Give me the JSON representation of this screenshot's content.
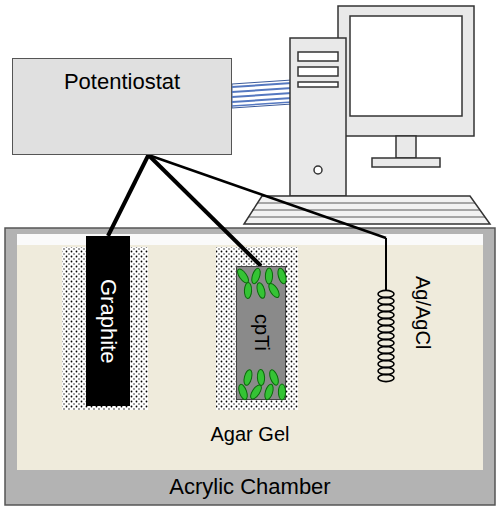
{
  "diagram": {
    "nodes": [
      {
        "text": [
          "Potentiostat"
        ]
      },
      {
        "text": [
          "Acrylic Chamber"
        ]
      },
      {
        "text": [
          "Agar Gel"
        ],
        "in": 1
      },
      {
        "text": [
          "Graphite"
        ],
        "in": 2
      },
      {
        "text": [
          "cpTi"
        ],
        "in": 2
      },
      {
        "text": [
          "Ag/AgCl"
        ],
        "in": 2
      }
    ],
    "edges": [
      {
        "from": 0,
        "to": 3,
        "arrow": "none"
      },
      {
        "from": 0,
        "to": 4,
        "arrow": "none"
      },
      {
        "from": 0,
        "to": 5,
        "arrow": "none"
      }
    ]
  }
}
